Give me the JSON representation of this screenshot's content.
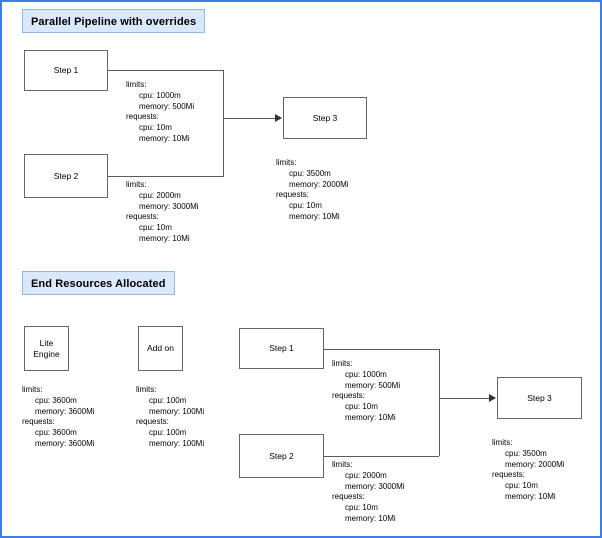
{
  "page": {
    "border_color": "#3f7ee8",
    "background": "#ffffff",
    "header_fill": "#dae8fc",
    "header_border": "#96b7e0",
    "node_border": "#666666",
    "line_color": "#5a5a5a"
  },
  "sections": [
    {
      "id": "parallel-pipeline",
      "title": "Parallel Pipeline with  overrides"
    },
    {
      "id": "end-resources",
      "title": "End Resources Allocated"
    }
  ],
  "labels": {
    "limits": "limits:",
    "requests": "requests:",
    "step1": "Step 1",
    "step2": "Step 2",
    "step3": "Step 3",
    "lite_engine_line1": "Lite",
    "lite_engine_line2": "Engine",
    "add_on": "Add on"
  },
  "top_pipeline": {
    "step1": {
      "name": "Step 1",
      "limits_cpu": "cpu: 1000m",
      "limits_memory": "memory: 500Mi",
      "requests_cpu": "cpu: 10m",
      "requests_memory": "memory: 10Mi"
    },
    "step2": {
      "name": "Step 2",
      "limits_cpu": "cpu: 2000m",
      "limits_memory": "memory: 3000Mi",
      "requests_cpu": "cpu: 10m",
      "requests_memory": "memory: 10Mi"
    },
    "step3": {
      "name": "Step 3",
      "limits_cpu": "cpu: 3500m",
      "limits_memory": "memory: 2000Mi",
      "requests_cpu": "cpu: 10m",
      "requests_memory": "memory: 10Mi"
    }
  },
  "end_resources": {
    "lite_engine": {
      "name_line1": "Lite",
      "name_line2": "Engine",
      "limits_cpu": "cpu: 3600m",
      "limits_memory": "memory: 3600Mi",
      "requests_cpu": "cpu: 3600m",
      "requests_memory": "memory: 3600Mi"
    },
    "add_on": {
      "name": "Add on",
      "limits_cpu": "cpu: 100m",
      "limits_memory": "memory: 100Mi",
      "requests_cpu": "cpu: 100m",
      "requests_memory": "memory: 100Mi"
    },
    "step1": {
      "name": "Step 1",
      "limits_cpu": "cpu: 1000m",
      "limits_memory": "memory: 500Mi",
      "requests_cpu": "cpu: 10m",
      "requests_memory": "memory: 10Mi"
    },
    "step2": {
      "name": "Step 2",
      "limits_cpu": "cpu: 2000m",
      "limits_memory": "memory: 3000Mi",
      "requests_cpu": "cpu: 10m",
      "requests_memory": "memory: 10Mi"
    },
    "step3": {
      "name": "Step 3",
      "limits_cpu": "cpu: 3500m",
      "limits_memory": "memory: 2000Mi",
      "requests_cpu": "cpu: 10m",
      "requests_memory": "memory: 10Mi"
    }
  }
}
